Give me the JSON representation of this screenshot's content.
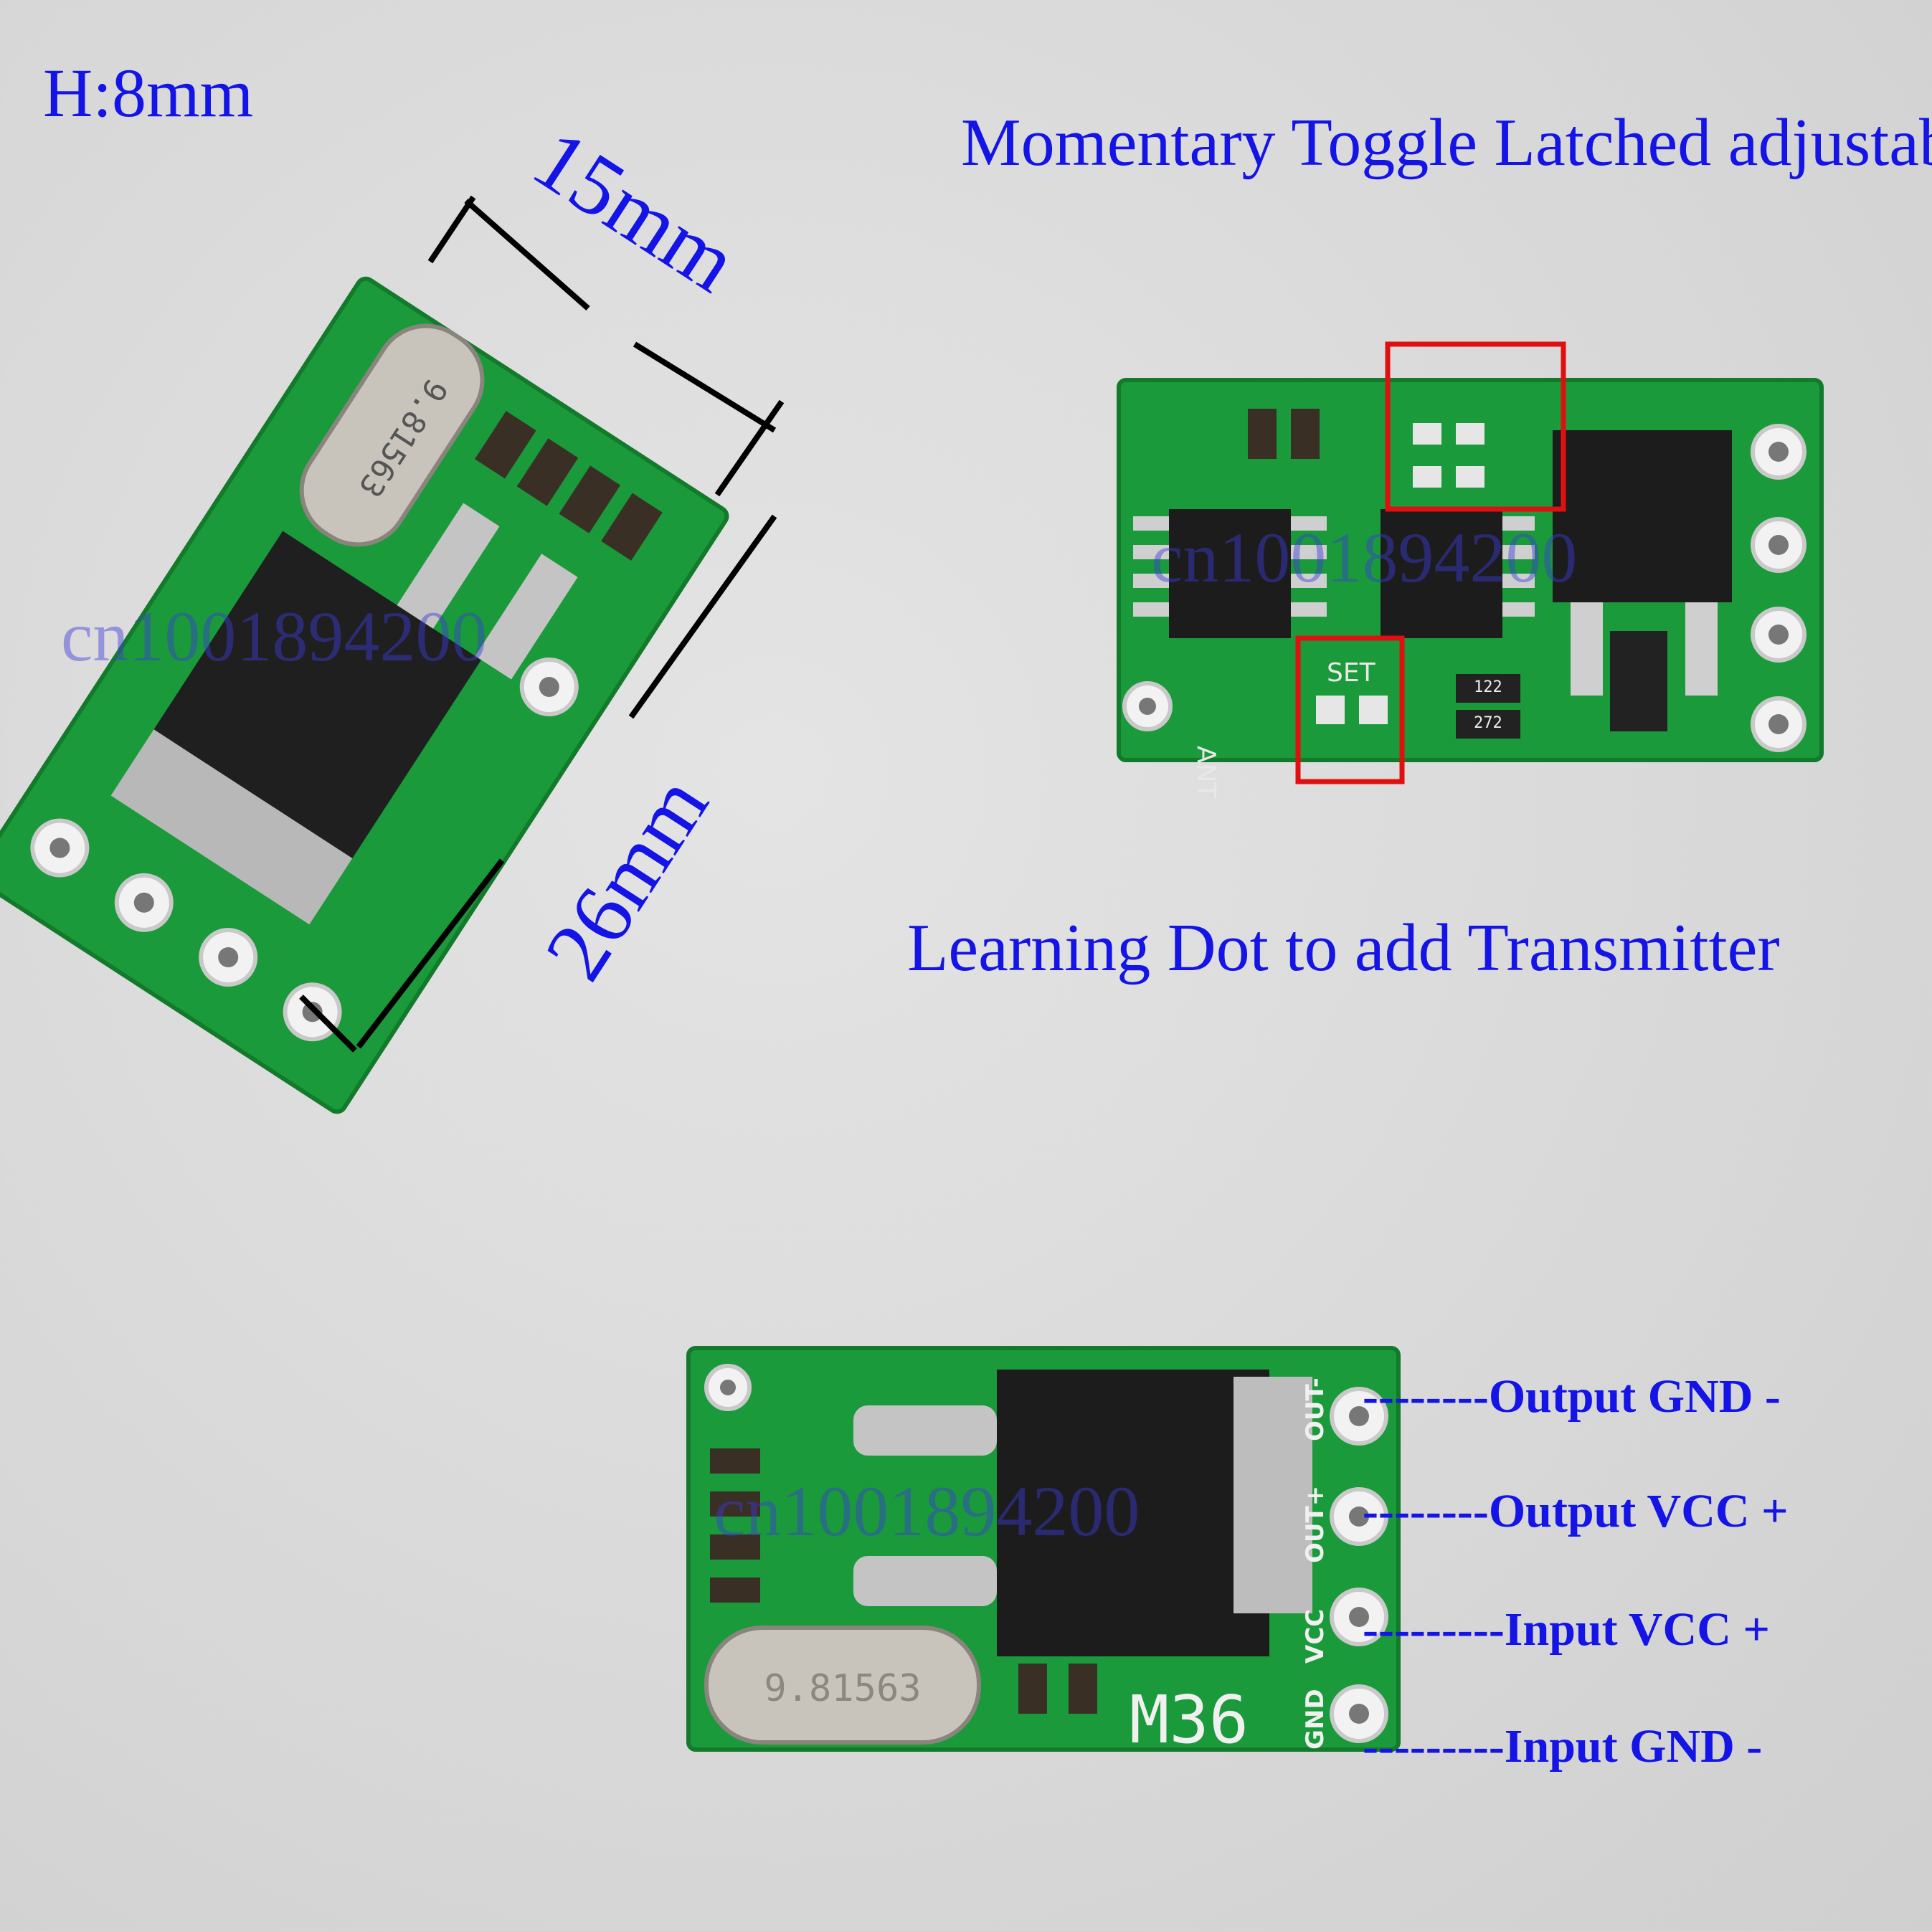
{
  "labels": {
    "height": "H:8mm",
    "title": "Momentary Toggle Latched adjustable",
    "learning": "Learning Dot to add Transmitter",
    "width_dim": "15mm",
    "length_dim": "26mm"
  },
  "watermark": "cn1001894200",
  "pins": [
    "--------Output GND -",
    "--------Output VCC +",
    "---------Input  VCC +",
    "---------Input  GND -"
  ],
  "board_text": {
    "model": "M36",
    "crystal": "9.81563",
    "set_pad": "SET",
    "ant": "ANT",
    "silk_out_minus": "OUT-",
    "silk_out_plus": "OUT+",
    "silk_vcc": "VCC",
    "silk_gnd": "GND",
    "res_1": "122",
    "res_2": "272"
  },
  "colors": {
    "annotation_text": "#1414e6",
    "pcb_green": "#1a9a3a",
    "highlight_box": "#e01010"
  }
}
